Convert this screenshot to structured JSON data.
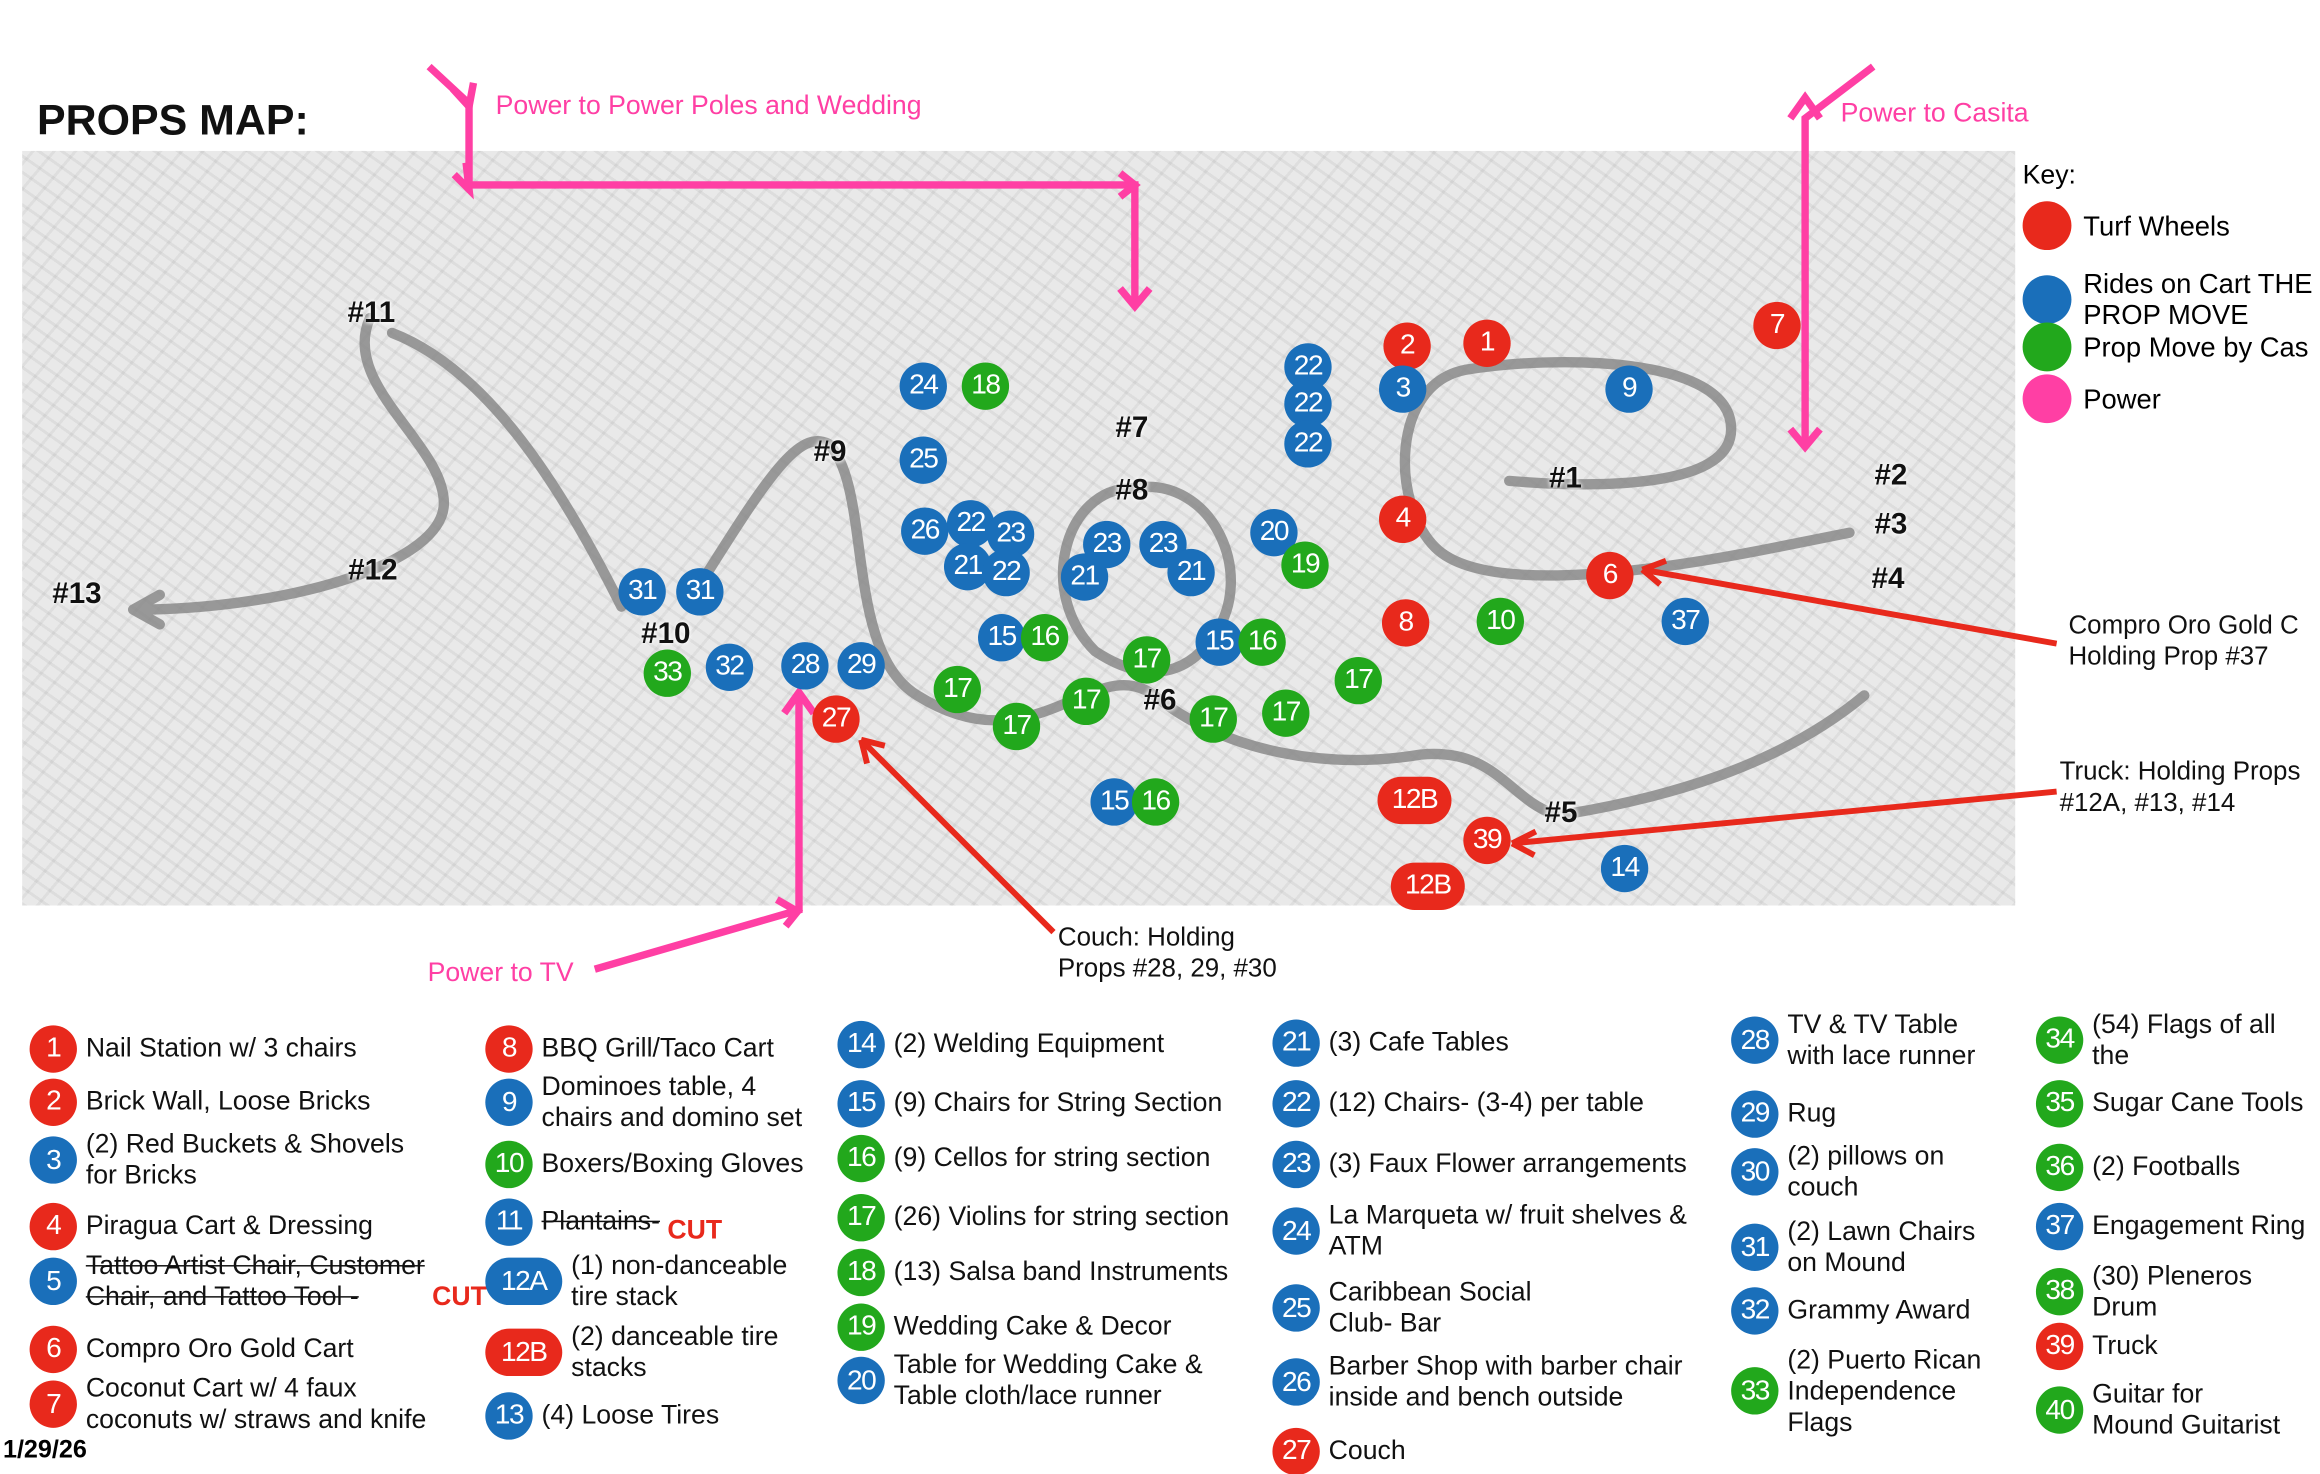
{
  "title": "PROPS MAP:",
  "date": "1/29/26",
  "colors": {
    "red": "#e8291c",
    "blue": "#1a6fba",
    "green": "#22a81c",
    "pink": "#ff3fa4"
  },
  "key": {
    "title": "Key:",
    "items": [
      {
        "color": "red",
        "label": "Turf Wheels"
      },
      {
        "color": "blue",
        "label": "Rides on Cart THE\nPROP MOVE"
      },
      {
        "color": "green",
        "label": "Prop Move by Cas"
      },
      {
        "color": "pink",
        "label": "Power"
      }
    ]
  },
  "power_labels": {
    "poles": "Power to Power Poles and Wedding",
    "casita": "Power to Casita",
    "tv": "Power to TV"
  },
  "notes": {
    "compro": "Compro Oro Gold C\nHolding Prop #37",
    "truck": "Truck: Holding Props\n#12A, #13, #14",
    "couch": "Couch: Holding\nProps #28, 29, #30"
  },
  "area_labels": [
    "#11",
    "#9",
    "#7",
    "#8",
    "#1",
    "#2",
    "#3",
    "#4",
    "#12",
    "#13",
    "#10",
    "#6",
    "#5"
  ],
  "markers": [
    "24",
    "18",
    "22",
    "22",
    "22",
    "2",
    "1",
    "3",
    "9",
    "7",
    "25",
    "26",
    "22",
    "23",
    "21",
    "22",
    "23",
    "23",
    "21",
    "21",
    "20",
    "19",
    "4",
    "6",
    "8",
    "10",
    "37",
    "31",
    "31",
    "33",
    "32",
    "28",
    "29",
    "27",
    "15",
    "16",
    "17",
    "15",
    "16",
    "17",
    "17",
    "17",
    "17",
    "17",
    "17",
    "15",
    "16",
    "12B",
    "39",
    "12B",
    "14"
  ],
  "legend": [
    {
      "num": "1",
      "color": "red",
      "text": "Nail Station w/ 3 chairs"
    },
    {
      "num": "2",
      "color": "red",
      "text": "Brick Wall, Loose Bricks"
    },
    {
      "num": "3",
      "color": "blue",
      "text": "(2) Red Buckets & Shovels\nfor Bricks"
    },
    {
      "num": "4",
      "color": "red",
      "text": "Piragua Cart & Dressing"
    },
    {
      "num": "5",
      "color": "blue",
      "text": "Tattoo Artist Chair, Customer\nChair, and Tattoo Tool -",
      "cut": "CUT"
    },
    {
      "num": "6",
      "color": "red",
      "text": "Compro Oro Gold Cart"
    },
    {
      "num": "7",
      "color": "red",
      "text": "Coconut Cart w/ 4 faux\ncoconuts w/ straws and knife"
    },
    {
      "num": "8",
      "color": "red",
      "text": "BBQ Grill/Taco Cart"
    },
    {
      "num": "9",
      "color": "blue",
      "text": "Dominoes table, 4\nchairs and domino set"
    },
    {
      "num": "10",
      "color": "green",
      "text": "Boxers/Boxing Gloves"
    },
    {
      "num": "11",
      "color": "blue",
      "text": "Plantains-",
      "cut": "CUT"
    },
    {
      "num": "12A",
      "color": "blue",
      "text": "(1) non-danceable\ntire stack"
    },
    {
      "num": "12B",
      "color": "red",
      "text": "(2) danceable tire\nstacks"
    },
    {
      "num": "13",
      "color": "blue",
      "text": "(4) Loose Tires"
    },
    {
      "num": "14",
      "color": "blue",
      "text": "(2) Welding Equipment"
    },
    {
      "num": "15",
      "color": "blue",
      "text": "(9) Chairs for String Section"
    },
    {
      "num": "16",
      "color": "green",
      "text": "(9) Cellos for string section"
    },
    {
      "num": "17",
      "color": "green",
      "text": "(26) Violins for string section"
    },
    {
      "num": "18",
      "color": "green",
      "text": "(13) Salsa band Instruments"
    },
    {
      "num": "19",
      "color": "green",
      "text": "Wedding Cake & Decor"
    },
    {
      "num": "20",
      "color": "blue",
      "text": "Table for Wedding Cake &\nTable cloth/lace runner"
    },
    {
      "num": "21",
      "color": "blue",
      "text": "(3) Cafe Tables"
    },
    {
      "num": "22",
      "color": "blue",
      "text": "(12) Chairs- (3-4) per table"
    },
    {
      "num": "23",
      "color": "blue",
      "text": "(3) Faux Flower arrangements"
    },
    {
      "num": "24",
      "color": "blue",
      "text": "La Marqueta w/ fruit shelves &\nATM"
    },
    {
      "num": "25",
      "color": "blue",
      "text": "Caribbean Social\nClub- Bar"
    },
    {
      "num": "26",
      "color": "blue",
      "text": "Barber Shop with barber chair\ninside and bench outside"
    },
    {
      "num": "27",
      "color": "red",
      "text": "Couch"
    },
    {
      "num": "28",
      "color": "blue",
      "text": "TV & TV Table\nwith lace runner"
    },
    {
      "num": "29",
      "color": "blue",
      "text": " Rug"
    },
    {
      "num": "30",
      "color": "blue",
      "text": "(2) pillows on\ncouch"
    },
    {
      "num": "31",
      "color": "blue",
      "text": "(2) Lawn Chairs\non Mound"
    },
    {
      "num": "32",
      "color": "blue",
      "text": "Grammy Award"
    },
    {
      "num": "33",
      "color": "green",
      "text": "(2) Puerto Rican\nIndependence\nFlags"
    },
    {
      "num": "34",
      "color": "green",
      "text": "(54) Flags of all the"
    },
    {
      "num": "35",
      "color": "green",
      "text": "Sugar Cane Tools"
    },
    {
      "num": "36",
      "color": "green",
      "text": "(2) Footballs"
    },
    {
      "num": "37",
      "color": "blue",
      "text": "Engagement Ring"
    },
    {
      "num": "38",
      "color": "green",
      "text": "(30) Pleneros Drum"
    },
    {
      "num": "39",
      "color": "red",
      "text": "Truck"
    },
    {
      "num": "40",
      "color": "green",
      "text": "Guitar for\nMound Guitarist"
    }
  ]
}
